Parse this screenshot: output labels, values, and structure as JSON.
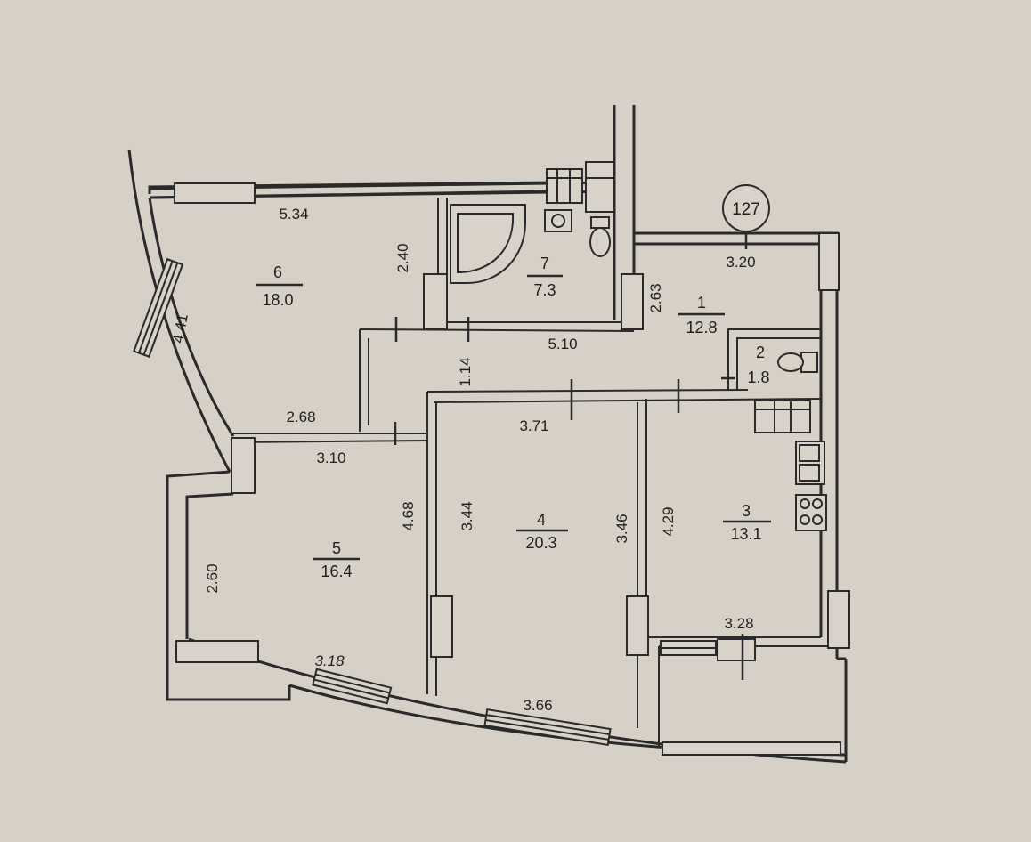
{
  "apartment_number": "127",
  "rooms": [
    {
      "number": "1",
      "area": "12.8"
    },
    {
      "number": "2",
      "area": "1.8"
    },
    {
      "number": "3",
      "area": "13.1"
    },
    {
      "number": "4",
      "area": "20.3"
    },
    {
      "number": "5",
      "area": "16.4"
    },
    {
      "number": "6",
      "area": "18.0"
    },
    {
      "number": "7",
      "area": "7.3"
    }
  ],
  "dimensions": {
    "room6_top": "5.34",
    "room6_right": "2.40",
    "room6_curve": "4.41",
    "room6_bottom": "2.68",
    "room7_right": "2.63",
    "hall_top": "3.20",
    "corridor_length": "5.10",
    "corridor_width": "1.14",
    "room4_top": "3.71",
    "room4_left": "3.44",
    "room4_right": "3.46",
    "room4_bottom": "3.66",
    "room5_top": "3.10",
    "room5_right": "4.68",
    "room5_left": "2.60",
    "room5_bottom": "3.18",
    "room3_left": "4.29",
    "room3_bottom": "3.28"
  }
}
